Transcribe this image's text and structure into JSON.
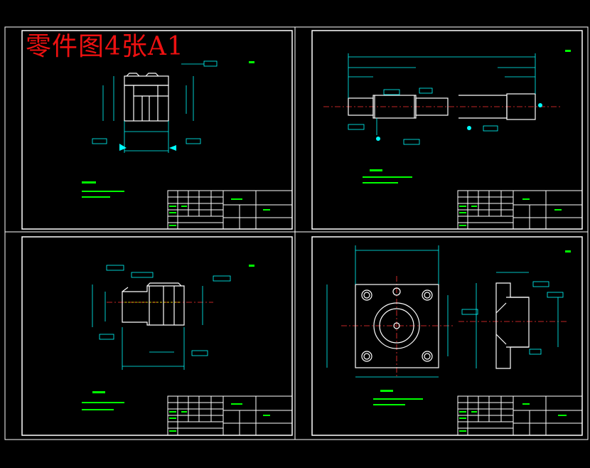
{
  "title": "零件图4张A1",
  "colors": {
    "background": "#000000",
    "frame": "#ffffff",
    "dimension": "#00ffff",
    "note_text": "#00ff00",
    "title_text": "#ff2020",
    "center_line": "#ff3030",
    "hidden_line": "#ffff00"
  },
  "sheets": [
    {
      "id": "sheet-1"
    },
    {
      "id": "sheet-2"
    },
    {
      "id": "sheet-3"
    },
    {
      "id": "sheet-4"
    }
  ]
}
